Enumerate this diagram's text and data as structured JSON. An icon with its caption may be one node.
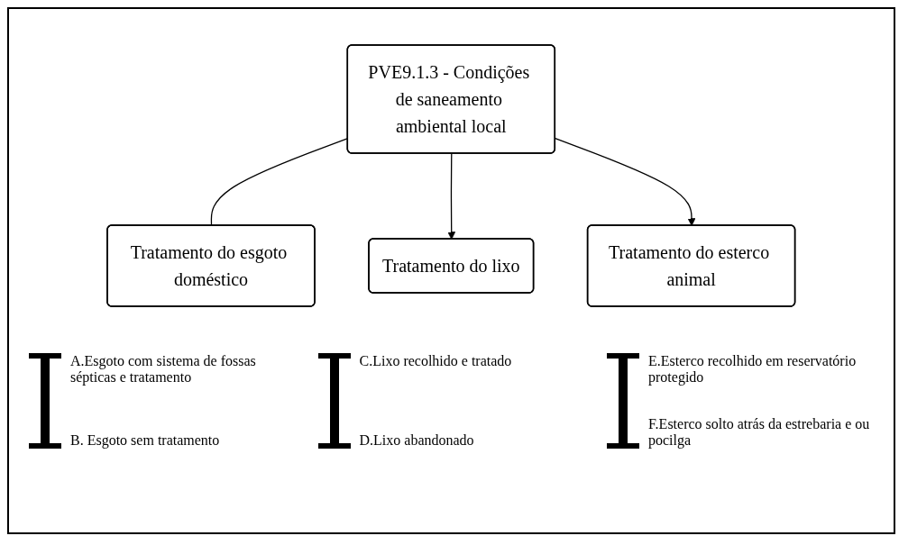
{
  "diagram": {
    "nodes": [
      {
        "text": [
          "PVE9.1.3 - Condições de saneamento ambiental local"
        ]
      },
      {
        "text": [
          "Tratamento do esgoto doméstico"
        ]
      },
      {
        "text": [
          "Tratamento do lixo"
        ]
      },
      {
        "text": [
          "Tratamento do esterco animal"
        ]
      }
    ],
    "edges": [
      {
        "from": 0,
        "to": 1,
        "arrow": "none"
      },
      {
        "from": 0,
        "to": 2,
        "arrow": "to"
      },
      {
        "from": 0,
        "to": 3,
        "arrow": "to"
      }
    ],
    "labels": [
      "A.Esgoto com sistema de fossas sépticas e tratamento",
      "B. Esgoto sem tratamento",
      "C.Lixo recolhido e tratado",
      "D.Lixo abandonado",
      "E.Esterco recolhido em reservatório protegido",
      "F.Esterco solto atrás da estrebaria e ou pocilga"
    ]
  }
}
